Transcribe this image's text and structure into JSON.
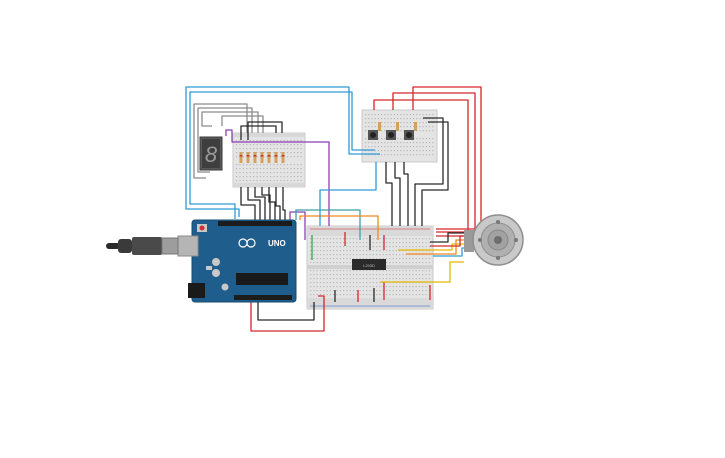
{
  "circuit": {
    "board": {
      "brand_text": "UNO",
      "board_color": "#1f5d8c"
    },
    "seven_segment": {
      "digit": "8"
    },
    "ic_chip": {
      "label": "L293D"
    },
    "wire_colors": {
      "red": "#d6262b",
      "black": "#2a2a2a",
      "blue": "#2d9bd6",
      "gray": "#8c8c8c",
      "purple": "#8e3fb5",
      "yellow": "#e6b800",
      "orange": "#f08a1c",
      "green": "#2fa84f",
      "teal": "#3aa0a8"
    },
    "breadboard_color": "#e6e6e6",
    "motor_color": "#c9c9c9"
  }
}
